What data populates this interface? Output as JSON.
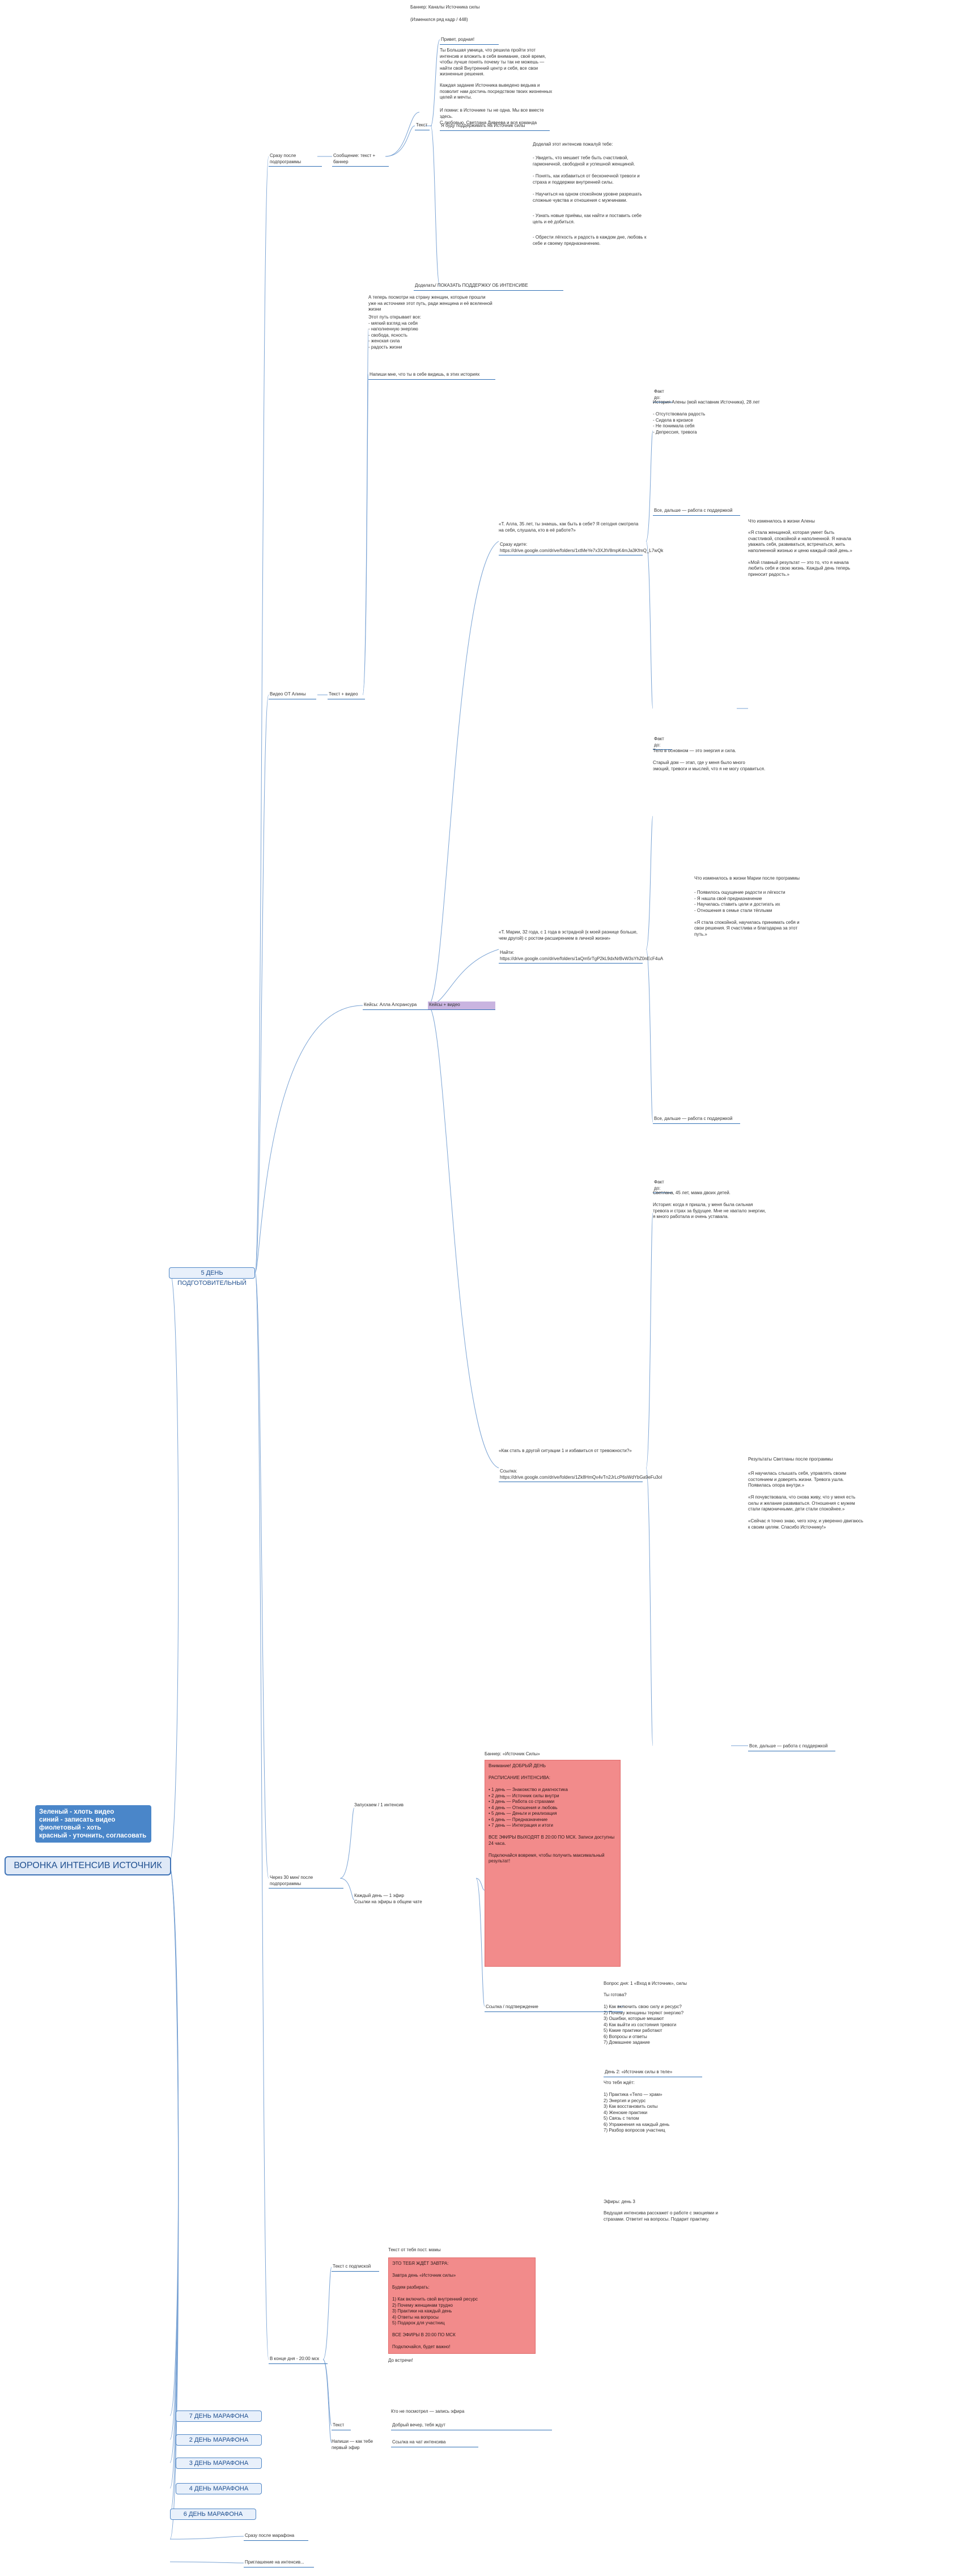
{
  "root": "ВОРОНКА ИНТЕНСИВ ИСТОЧНИК",
  "legend": "Зеленый - хлоть видео\nсиний - записать видео\nфиолетовый - хоть\nкрасный - уточнить, согласовать",
  "days": {
    "d5": "5 ДЕНЬ ПОДГОТОВИТЕЛЬНЫЙ",
    "d7": "7 ДЕНЬ МАРАФОНА",
    "d3": "3 ДЕНЬ МАРАФОНА",
    "d2": "2 ДЕНЬ МАРАФОНА",
    "d4": "4 ДЕНЬ МАРАФОНА",
    "d6": "6 ДЕНЬ МАРАФОНА"
  },
  "branches": {
    "after_prog": "Сразу после подпрограммы",
    "msg_format": "Сообщение: текст + баннер",
    "text": "Текст",
    "text2": "Текст",
    "video_lena": "Видео ОТ Алины",
    "text_video": "Текст + видео",
    "cases": "Кейсы: Алла Алсрансура",
    "marathon_intro": "Кейсы + видео",
    "voronka": "Через 30 мин/ после подпрограммы",
    "calls_day": "В конце дня - 20:00 мск",
    "text_subpodbr": "Текст с подпиской",
    "text_short": "Текст",
    "post_after": "Сразу после марафона",
    "invite": "Приглашение на интенсив..."
  },
  "top_notes": {
    "banner_title": "Баннер: Каналы Источника силы",
    "banner_sub": "(Изменился ряд кадр / 448)",
    "hello": "Привет, родная!",
    "p1": "Ты Большая умница, что решила пройти этот интенсив и вложить в себя внимание, своё время, чтобы лучше понять почему ты так не можешь — найти свой Внутренний центр и себя, все свои жизненные решения.",
    "p2": "Каждая задание Источника выведено ведьма и позволит нам достичь посредством твоих жизненных целей и мечты.",
    "p3": "И помни: в Источнике ты не одна. Мы все вместе здесь.",
    "p4": "С любовью, Светлана Дивеева и вся команда",
    "signature_link": "Я буду поддерживать на Источник силы",
    "list_title": "Доделай этот интенсив пожалуй тебе:",
    "li1": "- Увидеть, что мешает тебе быть счастливой, гармоничной, свободной и успешной женщиной.",
    "li2": "- Понять, как избавиться от бесконечной тревоги и страха и поддержки внутренней силы.",
    "li3": "- Научиться на одном спокойном уровне разрешать сложные чувства и отношения с мужчинами.",
    "li4": "- Узнать новые приёмы, как найти и поставить себе цель и её добиться.",
    "li5": "- Обрести лёгкость и радость в каждом дне, любовь к себе и своему предназначению.",
    "final_link": "Доделать/ ПОКАЗАТЬ ПОДДЕРЖКУ ОБ ИНТЕНСИВЕ"
  },
  "mid_notes": {
    "intro": "А теперь посмотри на страну женщин, которые прошли уже на источнике этот путь, ради женщина и её вселенной жизни",
    "intro2": "Этот путь открывает все:\n- мягкий взгляд на себя\n- наполненную энергию\n- свобода, ясность\n- женская сила\n- радость жизни",
    "intro_link": "Напиши мне, что ты в себе видишь, в этих историях",
    "case1_q": "«Т. Алла, 35 лет, ты знаешь, как быть в себе? Я сегодня смотрела на себя, слушала, кто в её работе?»",
    "case1_link": "Сразу идите: https://drive.google.com/drive/folders/1xtMeYe7x3XJtV8mpK4mJa3KfmQ_L7wQk",
    "fact_a": "Факт до:",
    "fact_a_text": "История Алены (мой наставник Источника), 28 лет\n\n- Отсутствовала радость\n- Сидела в кризисе\n- Не понимала себя\n- Депрессия, тревога",
    "fact_b_title": "Что изменилось в жизни Алены",
    "fact_b_text": "«Я стала женщиной, которая умеет быть счастливой, спокойной и наполненной. Я начала уважать себя, развиваться, встречаться, жить наполненной жизнью и ценю каждый свой день.»\n\n«Мой главный результат — это то, что я начала любить себя и свою жизнь. Каждый день теперь приносит радость.»",
    "fact_b_link": "Все, дальше — работа с поддержкой",
    "case2_q": "«Т. Марии, 32 года, с 1 года в эстрадной (к моей разнице больше, чем другой) с ростом-расширением в личной жизни»",
    "case2_link": "Найти: https://drive.google.com/drive/folders/1aQm5rTgP2kL9dxNrBvW3sYhZ0nEcF4uA",
    "fact_c_title": "Факт до:",
    "fact_c_text": "Тело в основном — это энергия и сила.\n\nСтарый дом — этап, где у меня было много\nэмоций, тревоги и мыслей, что я не могу справиться.",
    "fact_d_title": "Что изменилось в жизни Марии после программы",
    "fact_d_text": "- Появилось ощущение радости и лёгкости\n- Я нашла своё предназначение\n- Научилась ставить цели и достигать их\n- Отношения в семье стали тёплыми\n\n«Я стала спокойной, научилась принимать себя и свои решения. Я счастлива и благодарна за этот путь.»",
    "fact_d_link": "Все, дальше — работа с поддержкой",
    "case3_q": "«Как стать в другой ситуации 1 и избавиться от тревожности?»",
    "case3_link": "Ссылка: https://drive.google.com/drive/folders/1Zk8HmQx4vTn2JrLcP6sWdYbGa9eFu3oI",
    "fact_e_title": "Факт до:",
    "fact_e_text": "Светлана, 45 лет, мама двоих детей.\n\nИстория: когда я пришла, у меня была сильная тревога и страх за будущее. Мне не хватало энергии, я много работала и очень уставала.",
    "fact_f_title": "Результаты Светланы после программы",
    "fact_f_text": "«Я научилась слышать себя, управлять своим состоянием и доверять жизни. Тревога ушла. Появилась опора внутри.»\n\n«Я почувствовала, что снова живу, что у меня есть силы и желание развиваться. Отношения с мужем стали гармоничными, дети стали спокойнее.»\n\n«Сейчас я точно знаю, чего хочу, и уверенно двигаюсь к своим целям. Спасибо Источнику!»",
    "fact_f_link": "Все, дальше — работа с поддержкой"
  },
  "voronka_notes": {
    "red1_title": "Баннер: «Источник Силы»",
    "red1_text": "Внимание! ДОБРЫЙ ДЕНЬ\n\nРАСПИСАНИЕ ИНТЕНСИВА:\n\n• 1 день — Знакомство и диагностика\n• 2 день — Источник силы внутри\n• 3 день — Работа со страхами\n• 4 день — Отношения и любовь\n• 5 день — Деньги и реализация\n• 6 день — Предназначение\n• 7 день — Интеграция и итоги\n\nВСЕ ЭФИРЫ ВЫХОДЯТ В 20:00 ПО МСК. Записи доступны 24 часа.\n\nПодключайся вовремя, чтобы получить максимальный результат!",
    "plan_title": "Запускаем / 1 интенсив",
    "plan_text": "Каждый день — 1 эфир\nСсылки на эфиры в общем чате",
    "q_title": "Вопрос дня: 1 «Вход в Источник», силы",
    "q_text": "Ты готова?\n\n1) Как включить свою силу и ресурс?\n2) Почему женщины теряют энергию?\n3) Ошибки, которые мешают\n4) Как выйти из состояния тревоги\n5) Какие практики работают\n6) Вопросы и ответы\n7) Домашнее задание",
    "q2_title": "День 2: «Источник силы в теле»",
    "q2_text": "Что тебя ждёт:\n\n1) Практика «Тело — храм»\n2) Энергия и ресурс\n3) Как восстановить силы\n4) Женские практики\n5) Связь с телом\n6) Упражнения на каждый день\n7) Разбор вопросов участниц",
    "q3_title": "Эфиры: день 3",
    "q3_text": "Ведущая интенсива расскажет о работе с эмоциями и страхами. Ответит на вопросы. Подарит практику.",
    "confirm_link": "Ссылка / подтверждение"
  },
  "calls_notes": {
    "red2_title": "Текст от тебя пост. мамы",
    "red2_text": "ЭТО ТЕБЯ ЖДЁТ ЗАВТРА:\n\nЗавтра день «Источник силы»\n\nБудем разбирать:\n\n1) Как включить свой внутренний ресурс\n2) Почему женщинам трудно\n3) Практики на каждый день\n4) Ответы на вопросы\n5) Подарок для участниц\n\nВСЕ ЭФИРЫ В 20:00 ПО МСК\n\nПодключайся, будет важно!",
    "subscribe": "До встречи!",
    "bottom1": "Кто не посмотрел — запись эфира",
    "bottom1_link": "Добрый вечер, тебя ждут",
    "bottom2": "Напиши — как тебе первый эфир",
    "bottom2_link": "Ссылка на чат интенсива"
  }
}
